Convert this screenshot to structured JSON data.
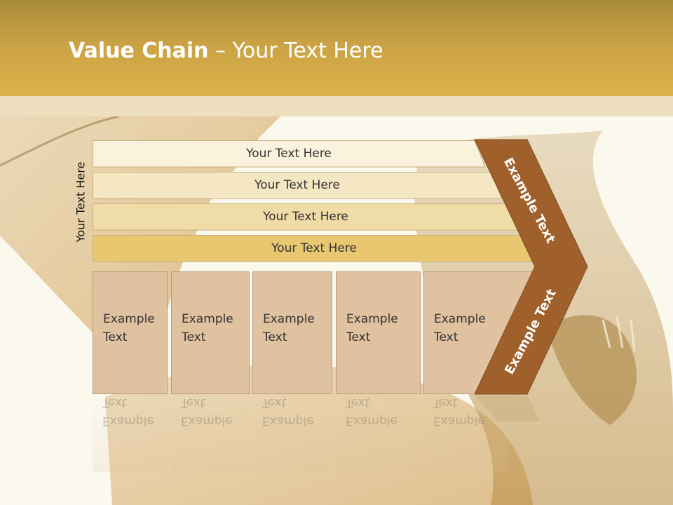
{
  "title": {
    "bold": "Value Chain",
    "rest": " – Your Text Here"
  },
  "side_label": "Your Text Here",
  "bars": [
    {
      "label": "Your Text Here",
      "color": "#faf2dc"
    },
    {
      "label": "Your Text Here",
      "color": "#f5e7c3"
    },
    {
      "label": "Your Text Here",
      "color": "#f0dca6"
    },
    {
      "label": "Your Text Here",
      "color": "#e8c770"
    }
  ],
  "boxes": [
    {
      "line1": "Example",
      "line2": "Text"
    },
    {
      "line1": "Example",
      "line2": "Text"
    },
    {
      "line1": "Example",
      "line2": "Text"
    },
    {
      "line1": "Example",
      "line2": "Text"
    },
    {
      "line1": "Example",
      "line2": "Text"
    }
  ],
  "chevron": {
    "upper_text": "Example Text",
    "lower_text": "Example Text",
    "color": "#a0602c"
  },
  "colors": {
    "header": "#dfb34b",
    "box": "#e0c1a0"
  }
}
